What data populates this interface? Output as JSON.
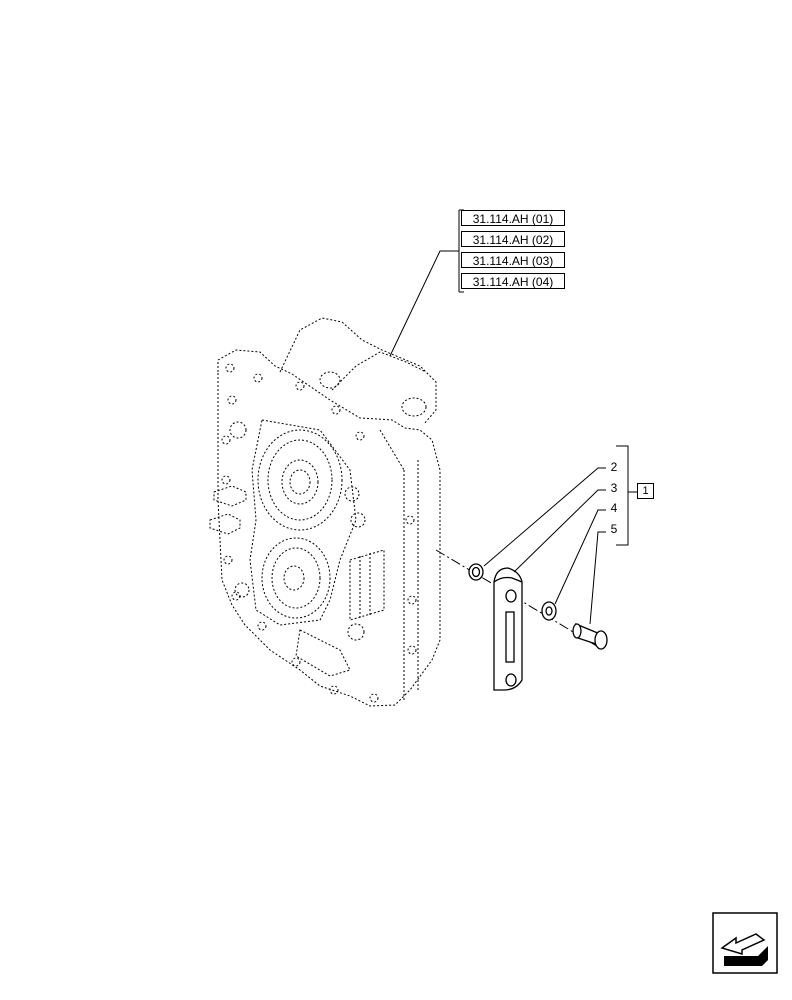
{
  "references": [
    {
      "label": "31.114.AH (01)"
    },
    {
      "label": "31.114.AH (02)"
    },
    {
      "label": "31.114.AH (03)"
    },
    {
      "label": "31.114.AH (04)"
    }
  ],
  "callouts": [
    "2",
    "3",
    "4",
    "5"
  ],
  "group_label": "1",
  "icons": {
    "nav": "next-page-arrow-icon"
  },
  "colors": {
    "line": "#000000",
    "background": "#ffffff"
  }
}
